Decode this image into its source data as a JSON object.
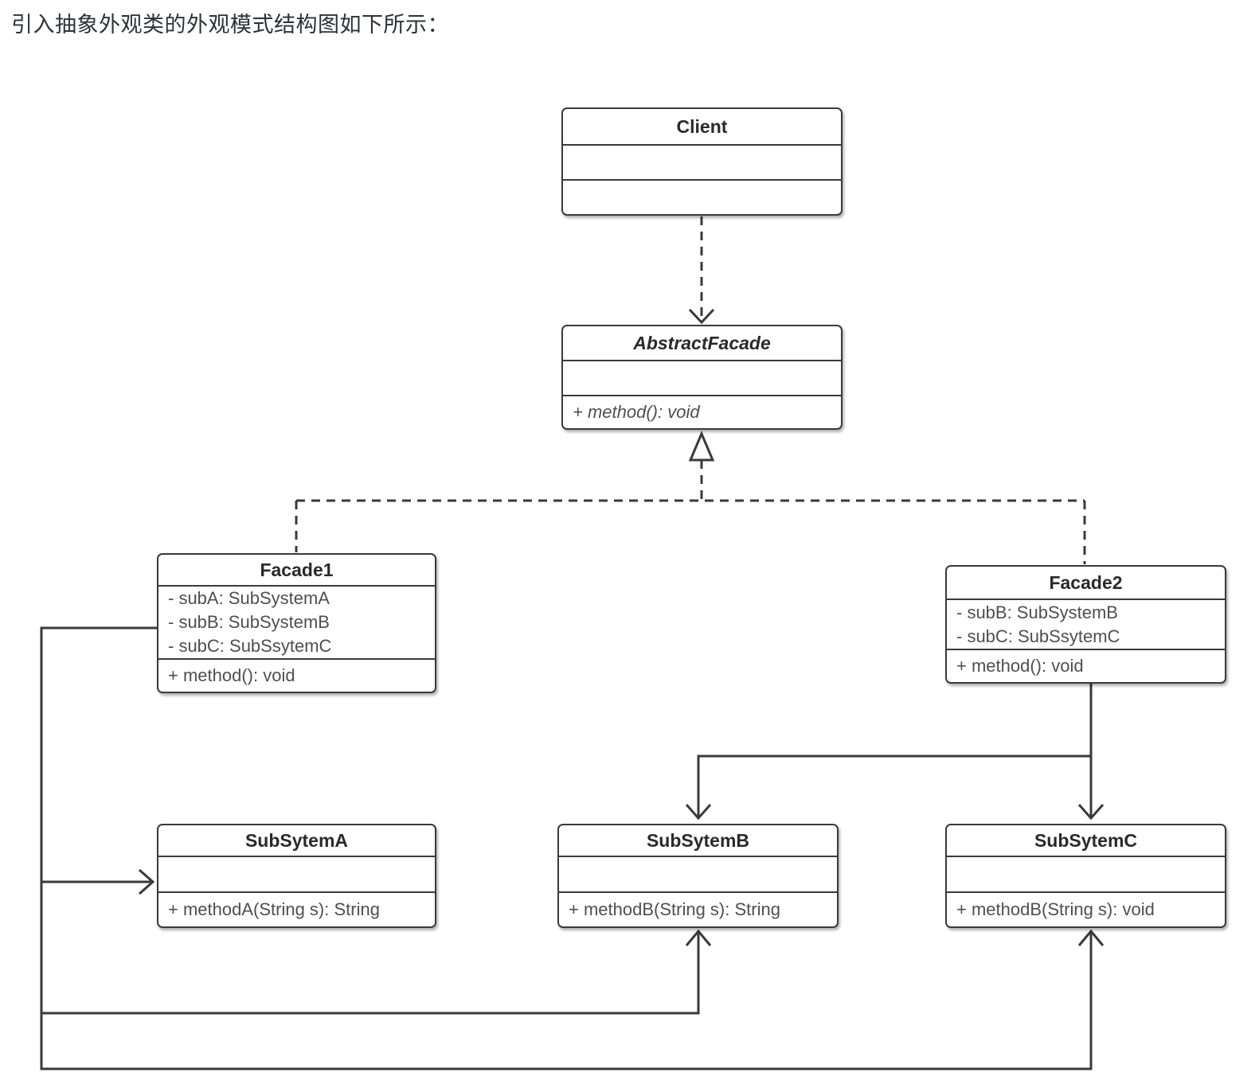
{
  "page": {
    "heading": "引入抽象外观类的外观模式结构图如下所示："
  },
  "diagram": {
    "classes": {
      "client": {
        "name": "Client",
        "abstract": false,
        "attributes": [],
        "methods": []
      },
      "abstract_facade": {
        "name": "AbstractFacade",
        "abstract": true,
        "attributes": [],
        "methods": [
          "+ method(): void"
        ]
      },
      "facade1": {
        "name": "Facade1",
        "abstract": false,
        "attributes": [
          "- subA: SubSystemA",
          "- subB: SubSystemB",
          "- subC: SubSsytemC"
        ],
        "methods": [
          "+ method(): void"
        ]
      },
      "facade2": {
        "name": "Facade2",
        "abstract": false,
        "attributes": [
          "- subB: SubSystemB",
          "- subC: SubSsytemC"
        ],
        "methods": [
          "+ method(): void"
        ]
      },
      "subsytem_a": {
        "name": "SubSytemA",
        "abstract": false,
        "attributes": [],
        "methods": [
          "+ methodA(String s): String"
        ]
      },
      "subsytem_b": {
        "name": "SubSytemB",
        "abstract": false,
        "attributes": [],
        "methods": [
          "+ methodB(String s): String"
        ]
      },
      "subsytem_c": {
        "name": "SubSytemC",
        "abstract": false,
        "attributes": [],
        "methods": [
          "+ methodB(String s): void"
        ]
      }
    },
    "relationships": [
      {
        "from": "Client",
        "to": "AbstractFacade",
        "type": "dependency",
        "style": "dashed-open-arrow"
      },
      {
        "from": "Facade1",
        "to": "AbstractFacade",
        "type": "generalization",
        "style": "dashed-hollow-triangle"
      },
      {
        "from": "Facade2",
        "to": "AbstractFacade",
        "type": "generalization",
        "style": "dashed-hollow-triangle"
      },
      {
        "from": "Facade1",
        "to": "SubSytemA",
        "type": "association",
        "style": "solid-open-arrow"
      },
      {
        "from": "Facade1",
        "to": "SubSytemB",
        "type": "association",
        "style": "solid-open-arrow"
      },
      {
        "from": "Facade1",
        "to": "SubSytemC",
        "type": "association",
        "style": "solid-open-arrow"
      },
      {
        "from": "Facade2",
        "to": "SubSytemB",
        "type": "association",
        "style": "solid-open-arrow"
      },
      {
        "from": "Facade2",
        "to": "SubSytemC",
        "type": "association",
        "style": "solid-open-arrow"
      }
    ]
  },
  "colors": {
    "background": "#ffffff",
    "line": "#3a3a3a",
    "class_name_text": "#2a2a2a",
    "member_text": "#4f4f4f",
    "heading_text": "#2e3138"
  }
}
